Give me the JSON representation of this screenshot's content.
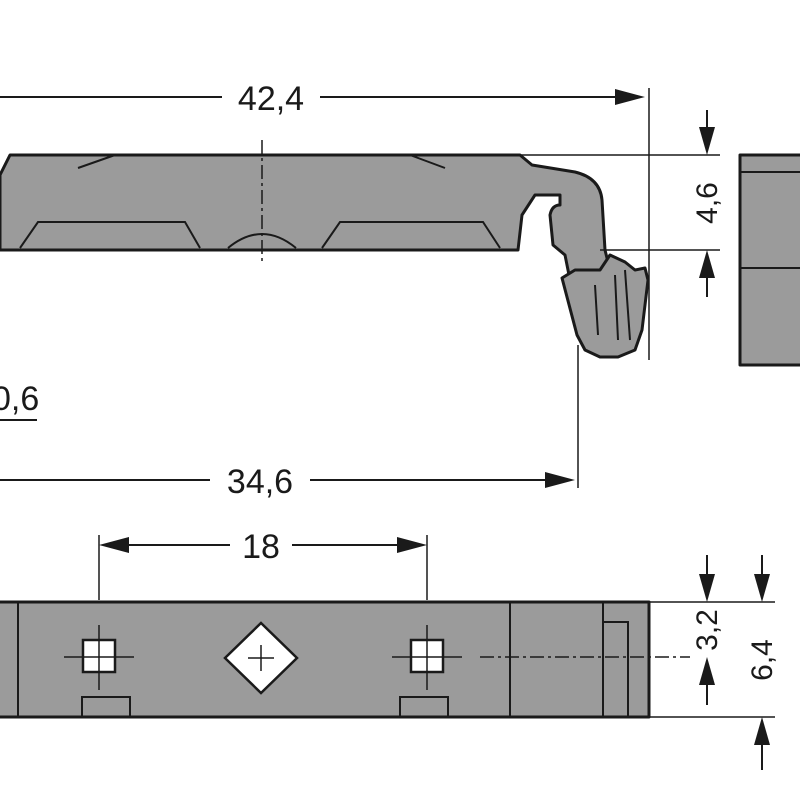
{
  "dimensions": {
    "overall_length": "42,4",
    "height": "4,6",
    "partial_dim": "0,6",
    "hook_length": "34,6",
    "hole_spacing": "18",
    "hole_offset": "3,2",
    "width": "6,4"
  },
  "colors": {
    "part_fill": "#9b9b9b",
    "line": "#1a1a1a",
    "background": "#ffffff"
  }
}
